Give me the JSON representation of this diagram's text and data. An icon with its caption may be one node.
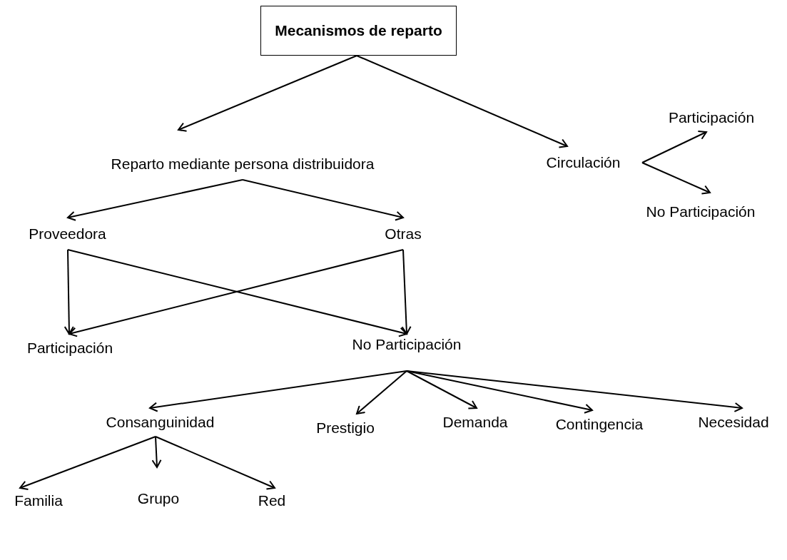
{
  "diagram": {
    "nodes": [
      {
        "text": [
          "Mecanismos de reparto"
        ]
      },
      {
        "text": [
          "Reparto mediante persona distribuidora"
        ]
      },
      {
        "text": [
          "Circulación"
        ]
      },
      {
        "text": [
          "Participación"
        ]
      },
      {
        "text": [
          "No Participación"
        ]
      },
      {
        "text": [
          "Proveedora"
        ]
      },
      {
        "text": [
          "Otras"
        ]
      },
      {
        "text": [
          "Participación"
        ]
      },
      {
        "text": [
          "No Participación"
        ]
      },
      {
        "text": [
          "Consanguinidad"
        ]
      },
      {
        "text": [
          "Prestigio"
        ]
      },
      {
        "text": [
          "Demanda"
        ]
      },
      {
        "text": [
          "Contingencia"
        ]
      },
      {
        "text": [
          "Necesidad"
        ]
      },
      {
        "text": [
          "Familia"
        ]
      },
      {
        "text": [
          "Grupo"
        ]
      },
      {
        "text": [
          "Red"
        ]
      }
    ],
    "edges": [
      {
        "from": 0,
        "to": 1,
        "arrow": "to"
      },
      {
        "from": 0,
        "to": 2,
        "arrow": "to"
      },
      {
        "from": 2,
        "to": 3,
        "arrow": "to"
      },
      {
        "from": 2,
        "to": 4,
        "arrow": "to"
      },
      {
        "from": 1,
        "to": 5,
        "arrow": "to"
      },
      {
        "from": 1,
        "to": 6,
        "arrow": "to"
      },
      {
        "from": 5,
        "to": 7,
        "arrow": "to"
      },
      {
        "from": 5,
        "to": 8,
        "arrow": "to"
      },
      {
        "from": 6,
        "to": 7,
        "arrow": "to"
      },
      {
        "from": 6,
        "to": 8,
        "arrow": "to"
      },
      {
        "from": 8,
        "to": 9,
        "arrow": "to"
      },
      {
        "from": 8,
        "to": 10,
        "arrow": "to"
      },
      {
        "from": 8,
        "to": 11,
        "arrow": "to"
      },
      {
        "from": 8,
        "to": 12,
        "arrow": "to"
      },
      {
        "from": 8,
        "to": 13,
        "arrow": "to"
      },
      {
        "from": 9,
        "to": 14,
        "arrow": "to"
      },
      {
        "from": 9,
        "to": 15,
        "arrow": "to"
      },
      {
        "from": 9,
        "to": 16,
        "arrow": "to"
      }
    ]
  }
}
